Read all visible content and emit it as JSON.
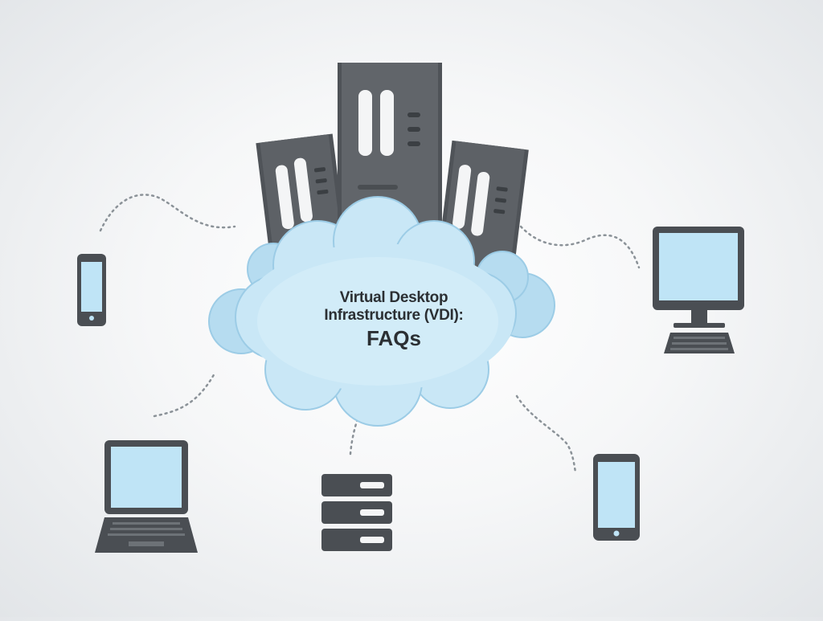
{
  "title": {
    "line1": "Virtual Desktop",
    "line2": "Infrastructure (VDI):",
    "line3": "FAQs"
  },
  "colors": {
    "server_body": "#555a5f",
    "server_face": "#65696e",
    "device_frame": "#4a4e53",
    "screen": "#bfe4f6",
    "cloud_fill": "#c9e7f6",
    "cloud_edge": "#9ccce6",
    "dotted_line": "#8b9298"
  },
  "icons": {
    "central": [
      "cloud-icon",
      "server-tower-icon"
    ],
    "devices": [
      "smartphone-icon",
      "desktop-monitor-icon",
      "laptop-icon",
      "rack-server-icon",
      "tablet-icon"
    ]
  }
}
